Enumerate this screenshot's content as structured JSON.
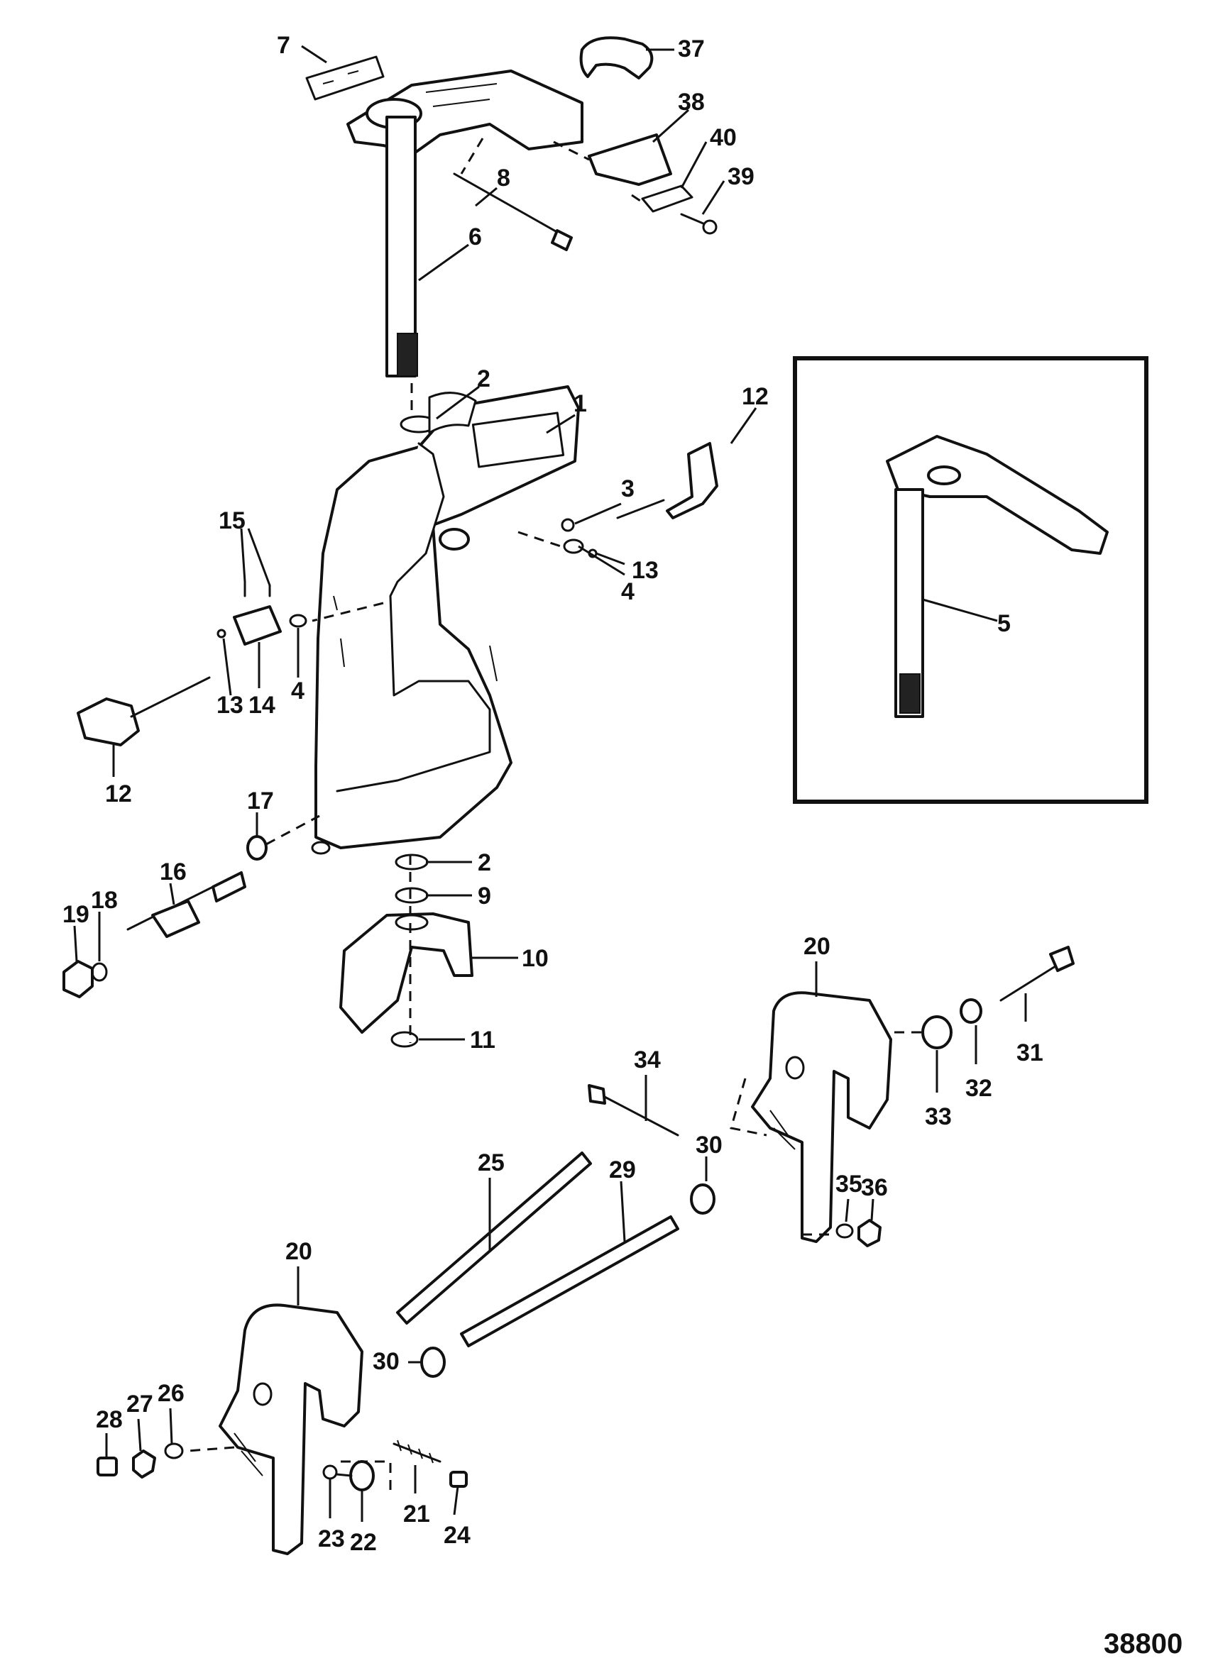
{
  "figure_number": "38800",
  "callouts": {
    "c1": "1",
    "c2a": "2",
    "c2b": "2",
    "c3": "3",
    "c4a": "4",
    "c4b": "4",
    "c5": "5",
    "c6": "6",
    "c7": "7",
    "c8": "8",
    "c9": "9",
    "c10": "10",
    "c11": "11",
    "c12a": "12",
    "c12b": "12",
    "c13a": "13",
    "c13b": "13",
    "c14": "14",
    "c15": "15",
    "c16": "16",
    "c17": "17",
    "c18": "18",
    "c19": "19",
    "c20a": "20",
    "c20b": "20",
    "c21": "21",
    "c22": "22",
    "c23": "23",
    "c24": "24",
    "c25": "25",
    "c26": "26",
    "c27": "27",
    "c28": "28",
    "c29": "29",
    "c30a": "30",
    "c30b": "30",
    "c31": "31",
    "c32": "32",
    "c33": "33",
    "c34": "34",
    "c35": "35",
    "c36": "36",
    "c37": "37",
    "c38": "38",
    "c39": "39",
    "c40": "40"
  }
}
